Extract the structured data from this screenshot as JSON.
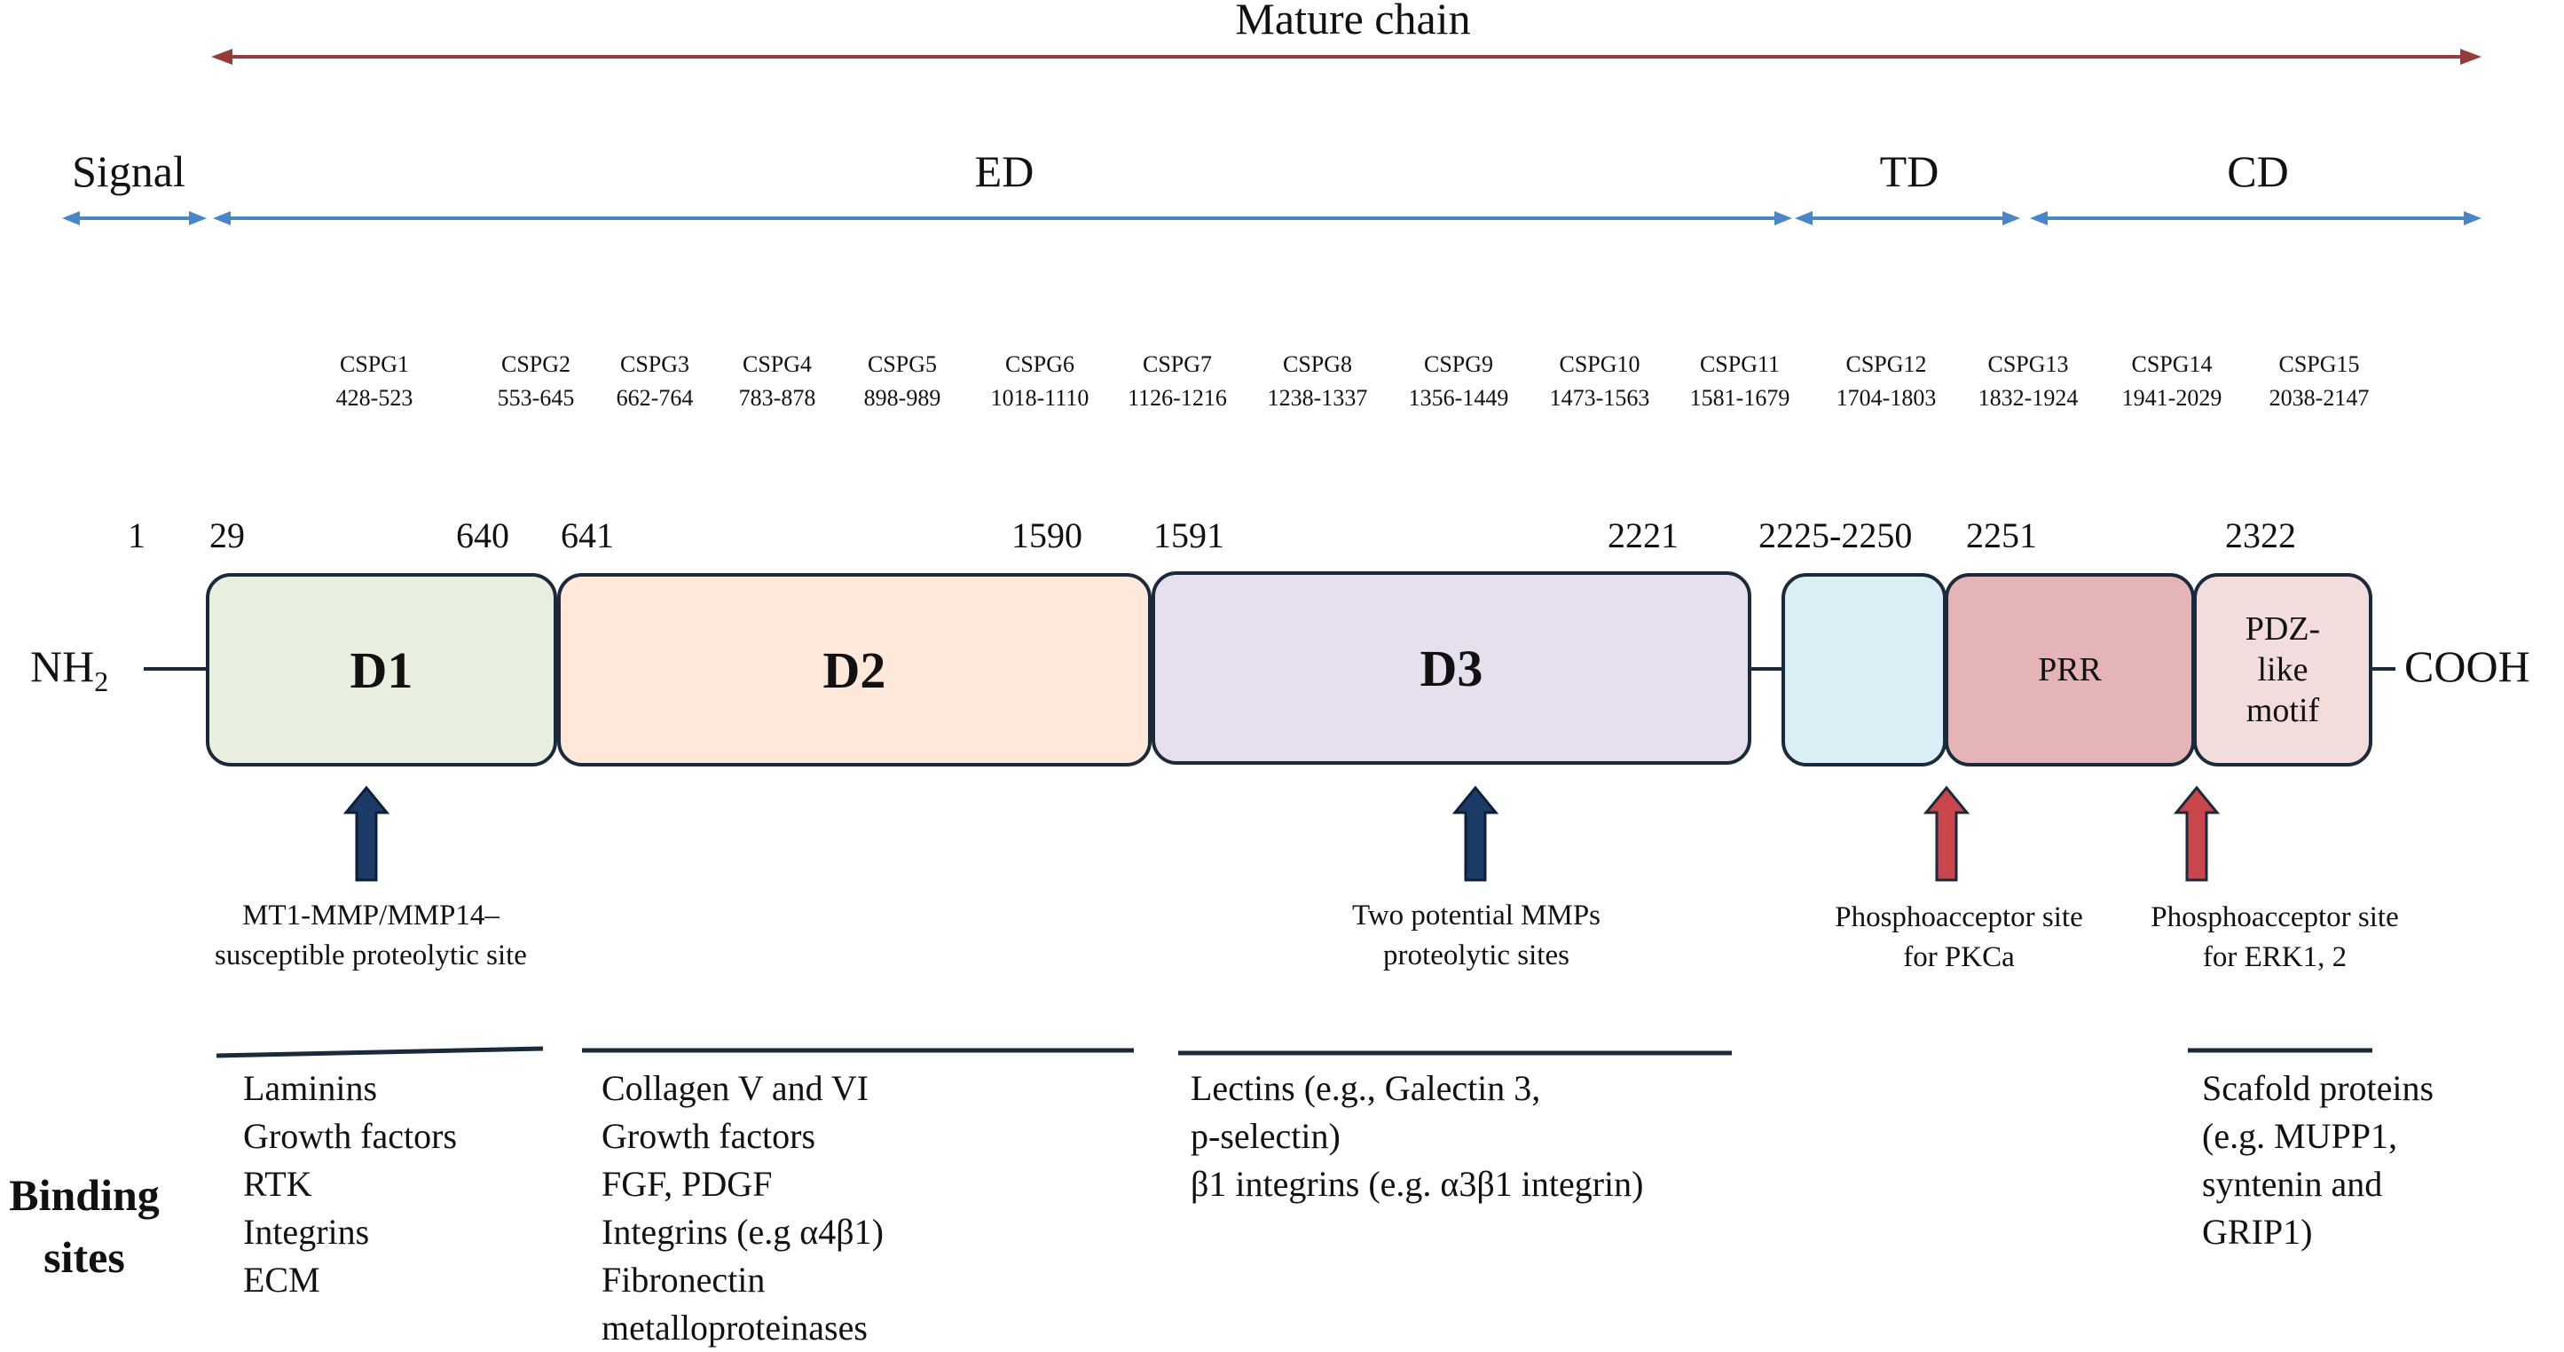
{
  "chain": {
    "mature_label": "Mature chain"
  },
  "regions": {
    "signal": "Signal",
    "ed": "ED",
    "td": "TD",
    "cd": "CD"
  },
  "cspg": [
    {
      "name": "CSPG1",
      "range": "428-523"
    },
    {
      "name": "CSPG2",
      "range": "553-645"
    },
    {
      "name": "CSPG3",
      "range": "662-764"
    },
    {
      "name": "CSPG4",
      "range": "783-878"
    },
    {
      "name": "CSPG5",
      "range": "898-989"
    },
    {
      "name": "CSPG6",
      "range": "1018-1110"
    },
    {
      "name": "CSPG7",
      "range": "1126-1216"
    },
    {
      "name": "CSPG8",
      "range": "1238-1337"
    },
    {
      "name": "CSPG9",
      "range": "1356-1449"
    },
    {
      "name": "CSPG10",
      "range": "1473-1563"
    },
    {
      "name": "CSPG11",
      "range": "1581-1679"
    },
    {
      "name": "CSPG12",
      "range": "1704-1803"
    },
    {
      "name": "CSPG13",
      "range": "1832-1924"
    },
    {
      "name": "CSPG14",
      "range": "1941-2029"
    },
    {
      "name": "CSPG15",
      "range": "2038-2147"
    }
  ],
  "positions": {
    "p1": "1",
    "p29": "29",
    "p640": "640",
    "p641": "641",
    "p1590": "1590",
    "p1591": "1591",
    "p2221": "2221",
    "p2225": "2225-2250",
    "p2251": "2251",
    "p2322": "2322"
  },
  "termini": {
    "n_base": "NH",
    "n_sub": "2",
    "c": "COOH"
  },
  "domains": {
    "d1": "D1",
    "d2": "D2",
    "d3": "D3",
    "prr": "PRR",
    "pdz": [
      "PDZ-",
      "like",
      "motif"
    ],
    "colors": {
      "d1": "#e9efdf",
      "d2": "#fde8da",
      "d3": "#e6e0ee",
      "tm": "#d9eef5",
      "prr": "#e4b4b6",
      "pdz": "#f2dcdc"
    }
  },
  "colors": {
    "mature_arrow": "#963a3a",
    "region_arrow": "#4a86c5",
    "dark_arrow": "#1c3a66",
    "red_arrow": "#c9474c"
  },
  "annotations": {
    "mmp14": [
      "MT1-MMP/MMP14–",
      "susceptible proteolytic site"
    ],
    "mmps": [
      "Two potential MMPs",
      "proteolytic sites"
    ],
    "pkc": [
      "Phosphoacceptor site",
      "for PKCa"
    ],
    "erk": [
      "Phosphoacceptor site",
      "for ERK1, 2"
    ]
  },
  "binding": {
    "title": [
      "Binding",
      "sites"
    ],
    "d1": [
      "Laminins",
      "Growth factors",
      "RTK",
      "Integrins",
      "ECM"
    ],
    "d2": [
      "Collagen V and VI",
      "Growth factors",
      "FGF, PDGF",
      "Integrins (e.g α4β1)",
      "Fibronectin",
      "metalloproteinases"
    ],
    "d3": [
      "Lectins (e.g., Galectin 3,",
      "p-selectin)",
      "β1 integrins (e.g. α3β1 integrin)"
    ],
    "cd": [
      "Scafold proteins",
      "(e.g. MUPP1,",
      "syntenin and",
      "GRIP1)"
    ]
  }
}
